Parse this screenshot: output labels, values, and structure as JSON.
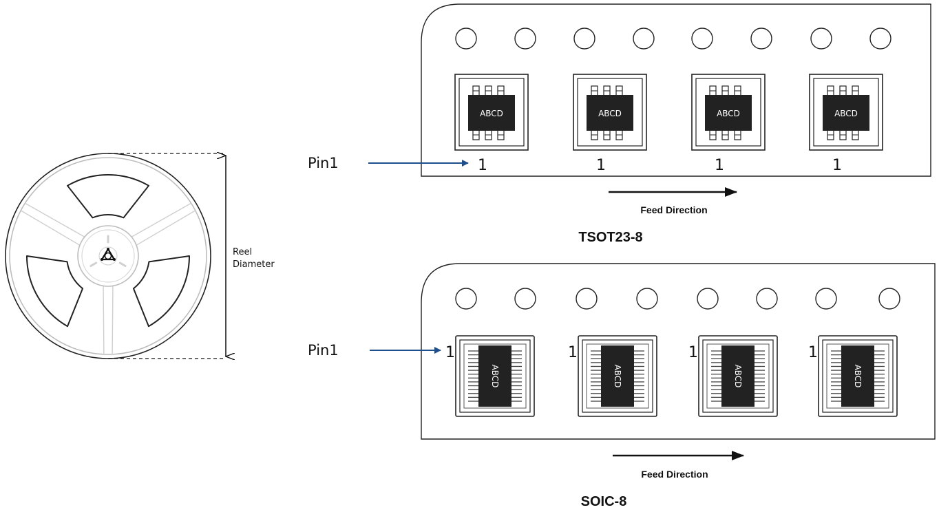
{
  "reel": {
    "label_line1": "Reel",
    "label_line2": "Diameter"
  },
  "tapes": [
    {
      "id": "tsot23",
      "package_name": "TSOT23-8",
      "pin_label": "Pin1",
      "feed_label": "Feed Direction",
      "pin_number": "1",
      "chip_marking": "ABCD",
      "chip_count": 4,
      "sprocket_hole_count": 8
    },
    {
      "id": "soic8",
      "package_name": "SOIC-8",
      "pin_label": "Pin1",
      "feed_label": "Feed Direction",
      "pin_number": "1",
      "chip_marking": "ABCD",
      "chip_count": 4,
      "sprocket_hole_count": 8
    }
  ],
  "colors": {
    "arrow_blue": "#1f4e8c",
    "chip_body": "#222222",
    "reel_line": "#bdbdbd",
    "outline": "#222222"
  }
}
